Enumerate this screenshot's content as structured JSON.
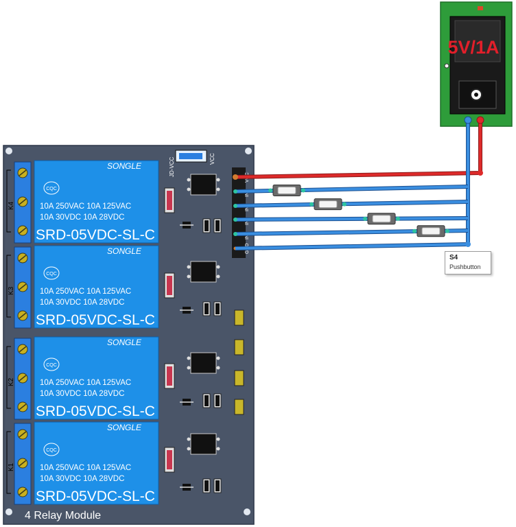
{
  "power_supply": {
    "label": "5V/1A"
  },
  "module": {
    "title": "4 Relay Module",
    "jumper_labels": [
      "JD-VCC",
      "VCC"
    ],
    "header_pins": [
      "VCC",
      "IN4",
      "IN3",
      "IN2",
      "IN1",
      "GND"
    ],
    "relays": [
      {
        "id": "K4",
        "brand": "SONGLE",
        "cert": "CQC",
        "rating1": "10A  250VAC   10A  125VAC",
        "rating2": "10A    30VDC   10A   28VDC",
        "model": "SRD-05VDC-SL-C"
      },
      {
        "id": "K3",
        "brand": "SONGLE",
        "cert": "CQC",
        "rating1": "10A  250VAC   10A  125VAC",
        "rating2": "10A    30VDC   10A   28VDC",
        "model": "SRD-05VDC-SL-C"
      },
      {
        "id": "K2",
        "brand": "SONGLE",
        "cert": "CQC",
        "rating1": "10A  250VAC   10A  125VAC",
        "rating2": "10A    30VDC   10A   28VDC",
        "model": "SRD-05VDC-SL-C"
      },
      {
        "id": "K1",
        "brand": "SONGLE",
        "cert": "CQC",
        "rating1": "10A  250VAC   10A  125VAC",
        "rating2": "10A    30VDC   10A   28VDC",
        "model": "SRD-05VDC-SL-C"
      }
    ]
  },
  "tooltip": {
    "name": "S4",
    "type": "Pushbutton"
  },
  "colors": {
    "wire_power": "#cc2222",
    "wire_signal": "#2f7fd4",
    "board": "#4a5568",
    "relay": "#1e90e8",
    "pcb_green": "#2e9c3a",
    "terminal_blue": "#2b7fe0"
  }
}
